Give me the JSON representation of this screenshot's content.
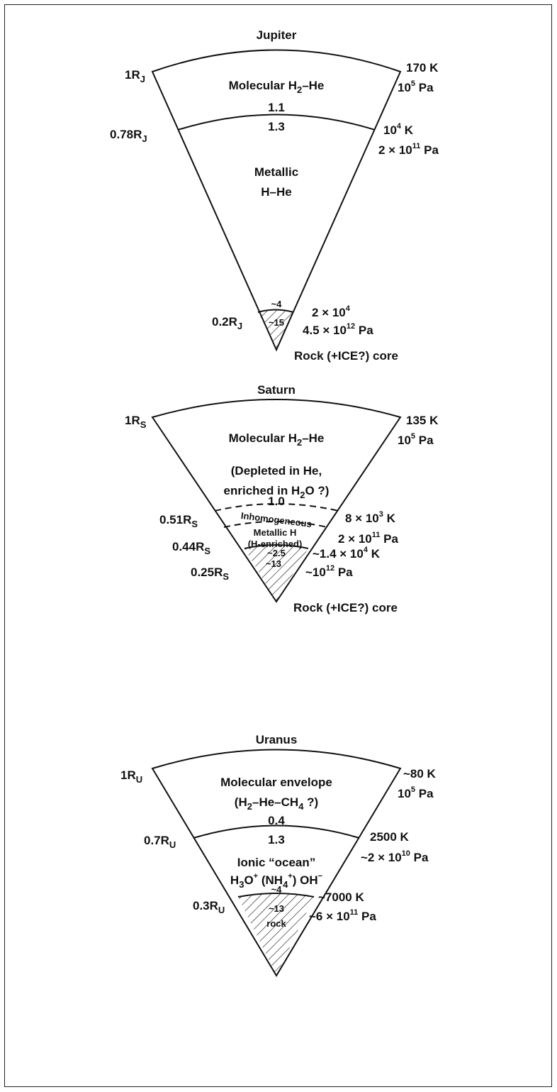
{
  "jupiter": {
    "title": "Jupiter",
    "surface": {
      "radius": "1R",
      "radius_sub": "J",
      "temp": "170 K",
      "pres_base": "10",
      "pres_exp": "5",
      "pres_unit": " Pa"
    },
    "layer1": {
      "name": "Molecular H",
      "name_sub": "2",
      "name_tail": "–He",
      "density_top": "1.1"
    },
    "boundary": {
      "radius": "0.78R",
      "radius_sub": "J",
      "temp_base": "10",
      "temp_exp": "4",
      "temp_unit": " K",
      "pres_base": "2 × 10",
      "pres_exp": "11",
      "pres_unit": " Pa"
    },
    "layer2": {
      "name_line1": "Metallic",
      "name_line2": "H–He",
      "density_top": "1.3"
    },
    "core": {
      "radius": "0.2R",
      "radius_sub": "J",
      "density_outer": "~4",
      "density_inner": "~15",
      "temp_base": "2 × 10",
      "temp_exp": "4",
      "pres_base": "4.5 × 10",
      "pres_exp": "12",
      "pres_unit": " Pa",
      "label": "Rock (+ICE?) core"
    }
  },
  "saturn": {
    "title": "Saturn",
    "surface": {
      "radius": "1R",
      "radius_sub": "S",
      "temp": "135 K",
      "pres_base": "10",
      "pres_exp": "5",
      "pres_unit": " Pa"
    },
    "layer1": {
      "name": "Molecular H",
      "name_sub": "2",
      "name_tail": "–He",
      "note_line1": "(Depleted in He,",
      "note_line2a": "enriched in H",
      "note_line2_sub": "2",
      "note_line2b": "O ?)",
      "density": "1.0"
    },
    "inhomo": {
      "radius": "0.51R",
      "radius_sub": "S",
      "label": "Inhomogeneous",
      "temp_base": "8 × 10",
      "temp_exp": "3",
      "temp_unit": " K",
      "pres_base": "2 × 10",
      "pres_exp": "11",
      "pres_unit": " Pa"
    },
    "metallic": {
      "radius": "0.44R",
      "radius_sub": "S",
      "line1": "Metallic H",
      "line2": "(H-enriched)"
    },
    "core": {
      "radius": "0.25R",
      "radius_sub": "S",
      "density_outer": "~2.5",
      "density_inner": "~13",
      "temp_base": "~1.4 × 10",
      "temp_exp": "4",
      "temp_unit": " K",
      "pres_base": "~10",
      "pres_exp": "12",
      "pres_unit": " Pa",
      "label": "Rock (+ICE?) core"
    }
  },
  "uranus": {
    "title": "Uranus",
    "surface": {
      "radius": "1R",
      "radius_sub": "U",
      "temp": "~80 K",
      "pres_base": "10",
      "pres_exp": "5",
      "pres_unit": " Pa"
    },
    "layer1": {
      "name_line1": "Molecular envelope",
      "l2_a": "(H",
      "l2_sub1": "2",
      "l2_b": "–He–CH",
      "l2_sub2": "4",
      "l2_c": " ?)",
      "density_top": "0.4"
    },
    "boundary": {
      "radius": "0.7R",
      "radius_sub": "U",
      "temp": "2500 K",
      "pres_base": "~2 × 10",
      "pres_exp": "10",
      "pres_unit": " Pa"
    },
    "ocean": {
      "density_top": "1.3",
      "line1": "Ionic “ocean”",
      "l2_a": "H",
      "l2_sub1": "3",
      "l2_b": "O",
      "l2_sup1": "+",
      "l2_c": " (NH",
      "l2_sub2": "4",
      "l2_sup2": "+",
      "l2_d": ") OH",
      "l2_sup3": "−"
    },
    "core": {
      "radius": "0.3R",
      "radius_sub": "U",
      "density_outer": "~4",
      "density_inner": "~13",
      "label": "rock",
      "temp": "~7000 K",
      "pres_base": "~6 × 10",
      "pres_exp": "11",
      "pres_unit": " Pa"
    }
  }
}
